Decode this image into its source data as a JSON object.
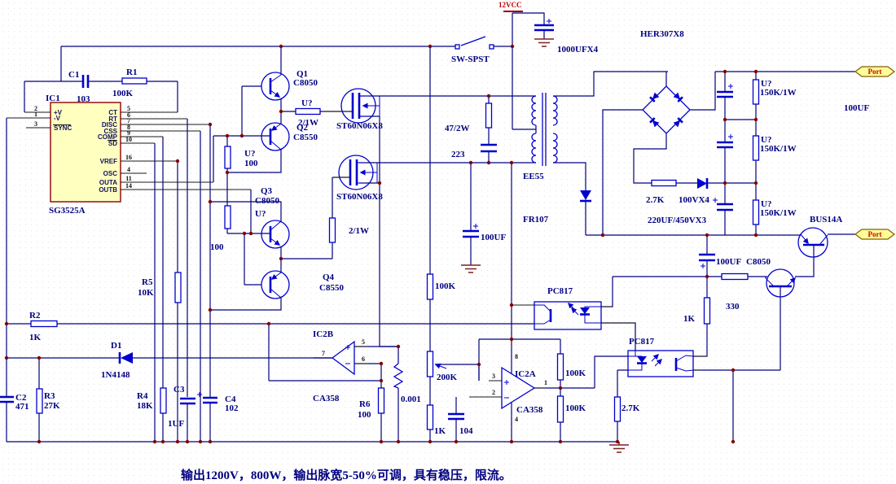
{
  "caption": "输出1200V，800W，输出脉宽5-50%可调，具有稳压，限流。",
  "colors": {
    "wire": "#000080",
    "component": "#0000CC",
    "label": "#000080",
    "junction": "#800000",
    "ic_fill": "#FFFFC0",
    "port_fill": "#FFFF99",
    "port_text": "#CC0000",
    "power": "#990000"
  },
  "ic1": {
    "ref": "IC1",
    "part": "SG3525A",
    "pins_left": [
      {
        "n": "2",
        "l": "+V"
      },
      {
        "n": "1",
        "l": "-V"
      },
      {
        "n": "3",
        "l": "SYNC"
      }
    ],
    "pins_right": [
      {
        "n": "5",
        "l": "CT"
      },
      {
        "n": "6",
        "l": "RT"
      },
      {
        "n": "7",
        "l": "DISC"
      },
      {
        "n": "8",
        "l": "CSS"
      },
      {
        "n": "9",
        "l": "COMP"
      },
      {
        "n": "10",
        "l": "SD"
      },
      {
        "n": "16",
        "l": "VREF"
      },
      {
        "n": "4",
        "l": "OSC"
      },
      {
        "n": "11",
        "l": "OUTA"
      },
      {
        "n": "14",
        "l": "OUTB"
      }
    ]
  },
  "ic2a": {
    "pins": {
      "p": "3",
      "m": "2",
      "o": "1",
      "v": "8",
      "g": "4"
    }
  },
  "ic2b": {
    "pins": {
      "o": "7",
      "p": "5",
      "m": "6"
    }
  },
  "labels": {
    "c1_ref": "C1",
    "c1_val": "103",
    "r1_ref": "R1",
    "r1_val": "100K",
    "q1_ref": "Q1",
    "q1_val": "C8050",
    "q2_ref": "Q2",
    "q2_val": "C8550",
    "q3_ref": "Q3",
    "q3_val": "C8050",
    "q4_ref": "Q4",
    "q4_val": "C8550",
    "rg1_ref": "U?",
    "rg1_val": "2/1W",
    "rg2_val": "2/1W",
    "rb1_ref": "U?",
    "rb1_val": "100",
    "rb2_ref": "U?",
    "rb2_val": "100",
    "mos1": "ST60N06X8",
    "mos2": "ST60N06X8",
    "sw": "SW-SPST",
    "vcc": "12VCC",
    "cbulk": "1000UFX4",
    "rsnub": "47/2W",
    "csnub": "223",
    "tx": "EE55",
    "dfr": "FR107",
    "bridge": "HER307X8",
    "rdiv1_ref": "U?",
    "rdiv1_val": "150K/1W",
    "rdiv2_ref": "U?",
    "rdiv2_val": "150K/1W",
    "rdiv3_ref": "U?",
    "rdiv3_val": "150K/1W",
    "cout": "100UF",
    "port1": "Port",
    "port2": "Port",
    "rchg": "2.7K",
    "dchg": "100VX4",
    "cbank": "220UF/450VX3",
    "qbus": "BUS14A",
    "cdrv": "100UF",
    "qdrv": "C8050",
    "r330": "330",
    "r1k_drv": "1K",
    "opto1": "PC817",
    "opto2": "PC817",
    "ic2a_ref": "IC2A",
    "ic2a_part": "CA358",
    "ic2b_ref": "IC2B",
    "ic2b_part": "CA358",
    "r100k_a": "100K",
    "r100k_b": "100K",
    "r27k_opto": "2.7K",
    "rfb": "100K",
    "cmid": "100UF",
    "rpot": "200K",
    "r1k_mid": "1K",
    "c104": "104",
    "rsense": "0.001",
    "r6_ref": "R6",
    "r6_val": "100",
    "r5_ref": "R5",
    "r5_val": "10K",
    "r2_ref": "R2",
    "r2_val": "1K",
    "d1_ref": "D1",
    "d1_val": "1N4148",
    "c2_ref": "C2",
    "c2_val": "471",
    "r3_ref": "R3",
    "r3_val": "27K",
    "r4_ref": "R4",
    "r4_val": "18K",
    "c3_ref": "C3",
    "c3_val": "1UF",
    "c4_ref": "C4",
    "c4_val": "102"
  }
}
